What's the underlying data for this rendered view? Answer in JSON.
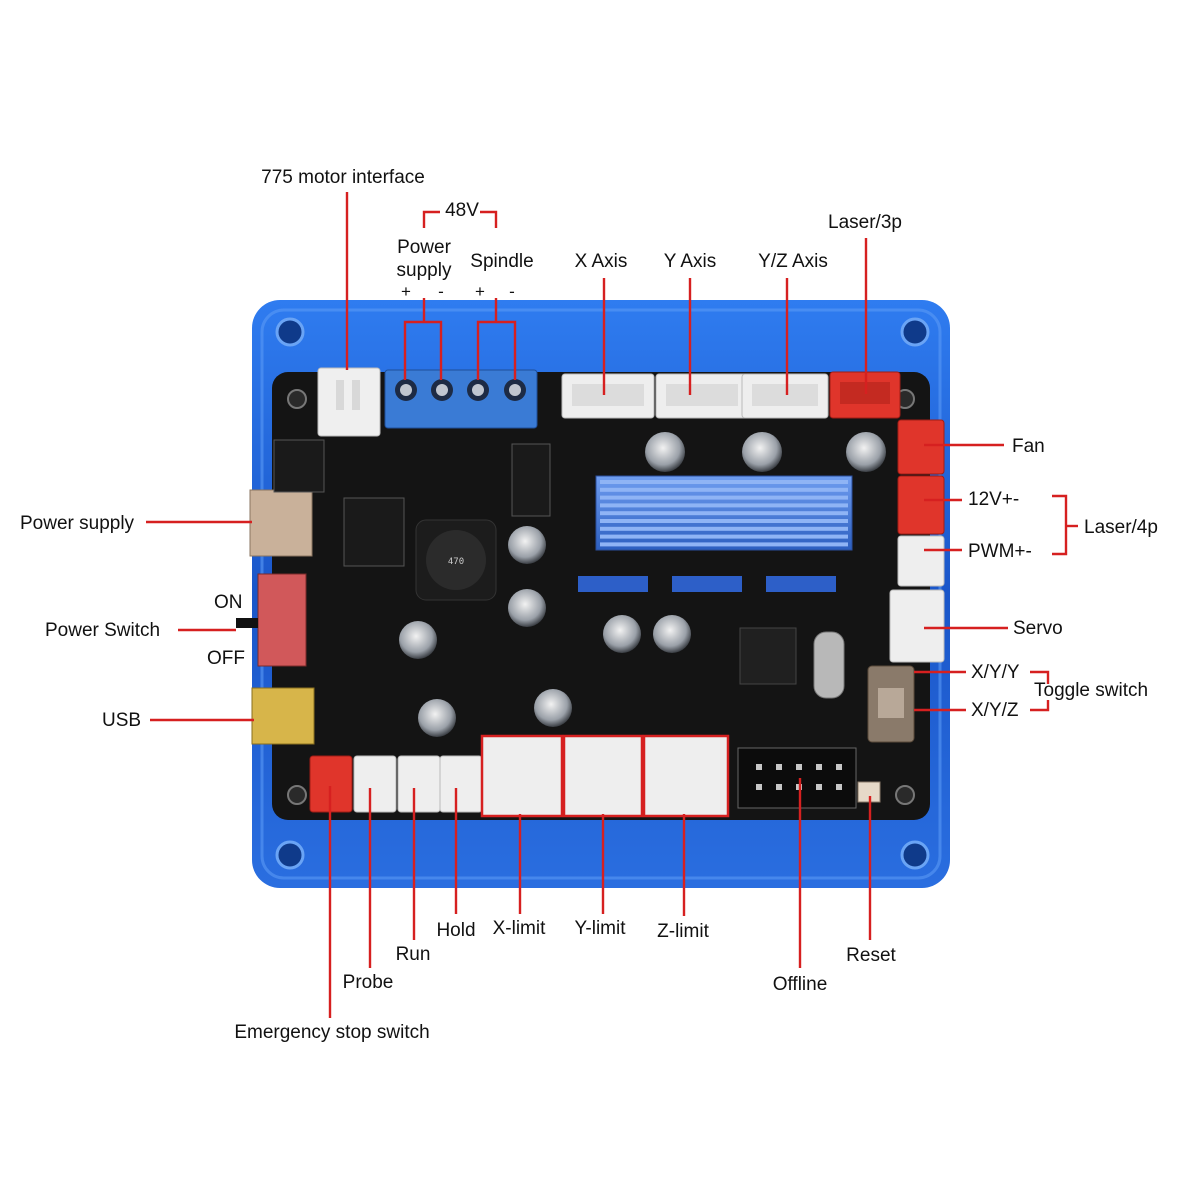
{
  "labels": {
    "motor_775": "775 motor interface",
    "v48": "48V",
    "power_supply_top_line1": "Power",
    "power_supply_top_line2": "supply",
    "spindle": "Spindle",
    "plus_1": "+",
    "minus_1": "-",
    "plus_2": "+",
    "minus_2": "-",
    "x_axis": "X Axis",
    "y_axis": "Y Axis",
    "yz_axis": "Y/Z Axis",
    "laser_3p": "Laser/3p",
    "fan": "Fan",
    "v12": "12V+-",
    "pwm": "PWM+-",
    "laser_4p": "Laser/4p",
    "servo": "Servo",
    "xyy": "X/Y/Y",
    "xyz": "X/Y/Z",
    "toggle_switch": "Toggle switch",
    "power_supply_left": "Power supply",
    "on": "ON",
    "power_switch": "Power Switch",
    "off": "OFF",
    "usb": "USB",
    "hold": "Hold",
    "x_limit": "X-limit",
    "y_limit": "Y-limit",
    "z_limit": "Z-limit",
    "run": "Run",
    "reset": "Reset",
    "probe": "Probe",
    "offline": "Offline",
    "emergency_stop": "Emergency stop switch"
  },
  "board": {
    "inductor_marking": "470"
  },
  "colors": {
    "leader_red": "#d62020",
    "enclosure_blue": "#1e5fd8",
    "pcb_black": "#141414",
    "terminal_blue": "#3a7bd5",
    "connector_white": "#eeeeee",
    "connector_red": "#e0352b"
  }
}
